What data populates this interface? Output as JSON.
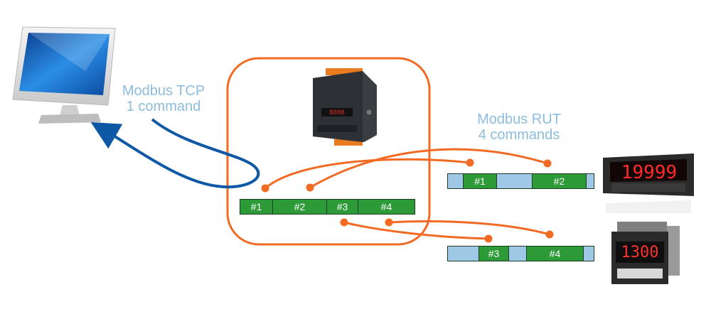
{
  "labels": {
    "tcp_line1": "Modbus TCP",
    "tcp_line2": "1 command",
    "rtu_line1": "Modbus RUT",
    "rtu_line2": "4 commands"
  },
  "gateway_bar": [
    "#1",
    "#2",
    "#3",
    "#4"
  ],
  "device_bar_top": [
    "#1",
    "#2"
  ],
  "device_bar_bottom": [
    "#3",
    "#4"
  ],
  "meter_display": "19999",
  "controller_display": "1300",
  "colors": {
    "orange": "#f26a23",
    "blue": "#0f58a6",
    "label_blue": "#8dbcdc",
    "cell_green": "#2c9a36",
    "cell_blue": "#9ec8e6"
  }
}
